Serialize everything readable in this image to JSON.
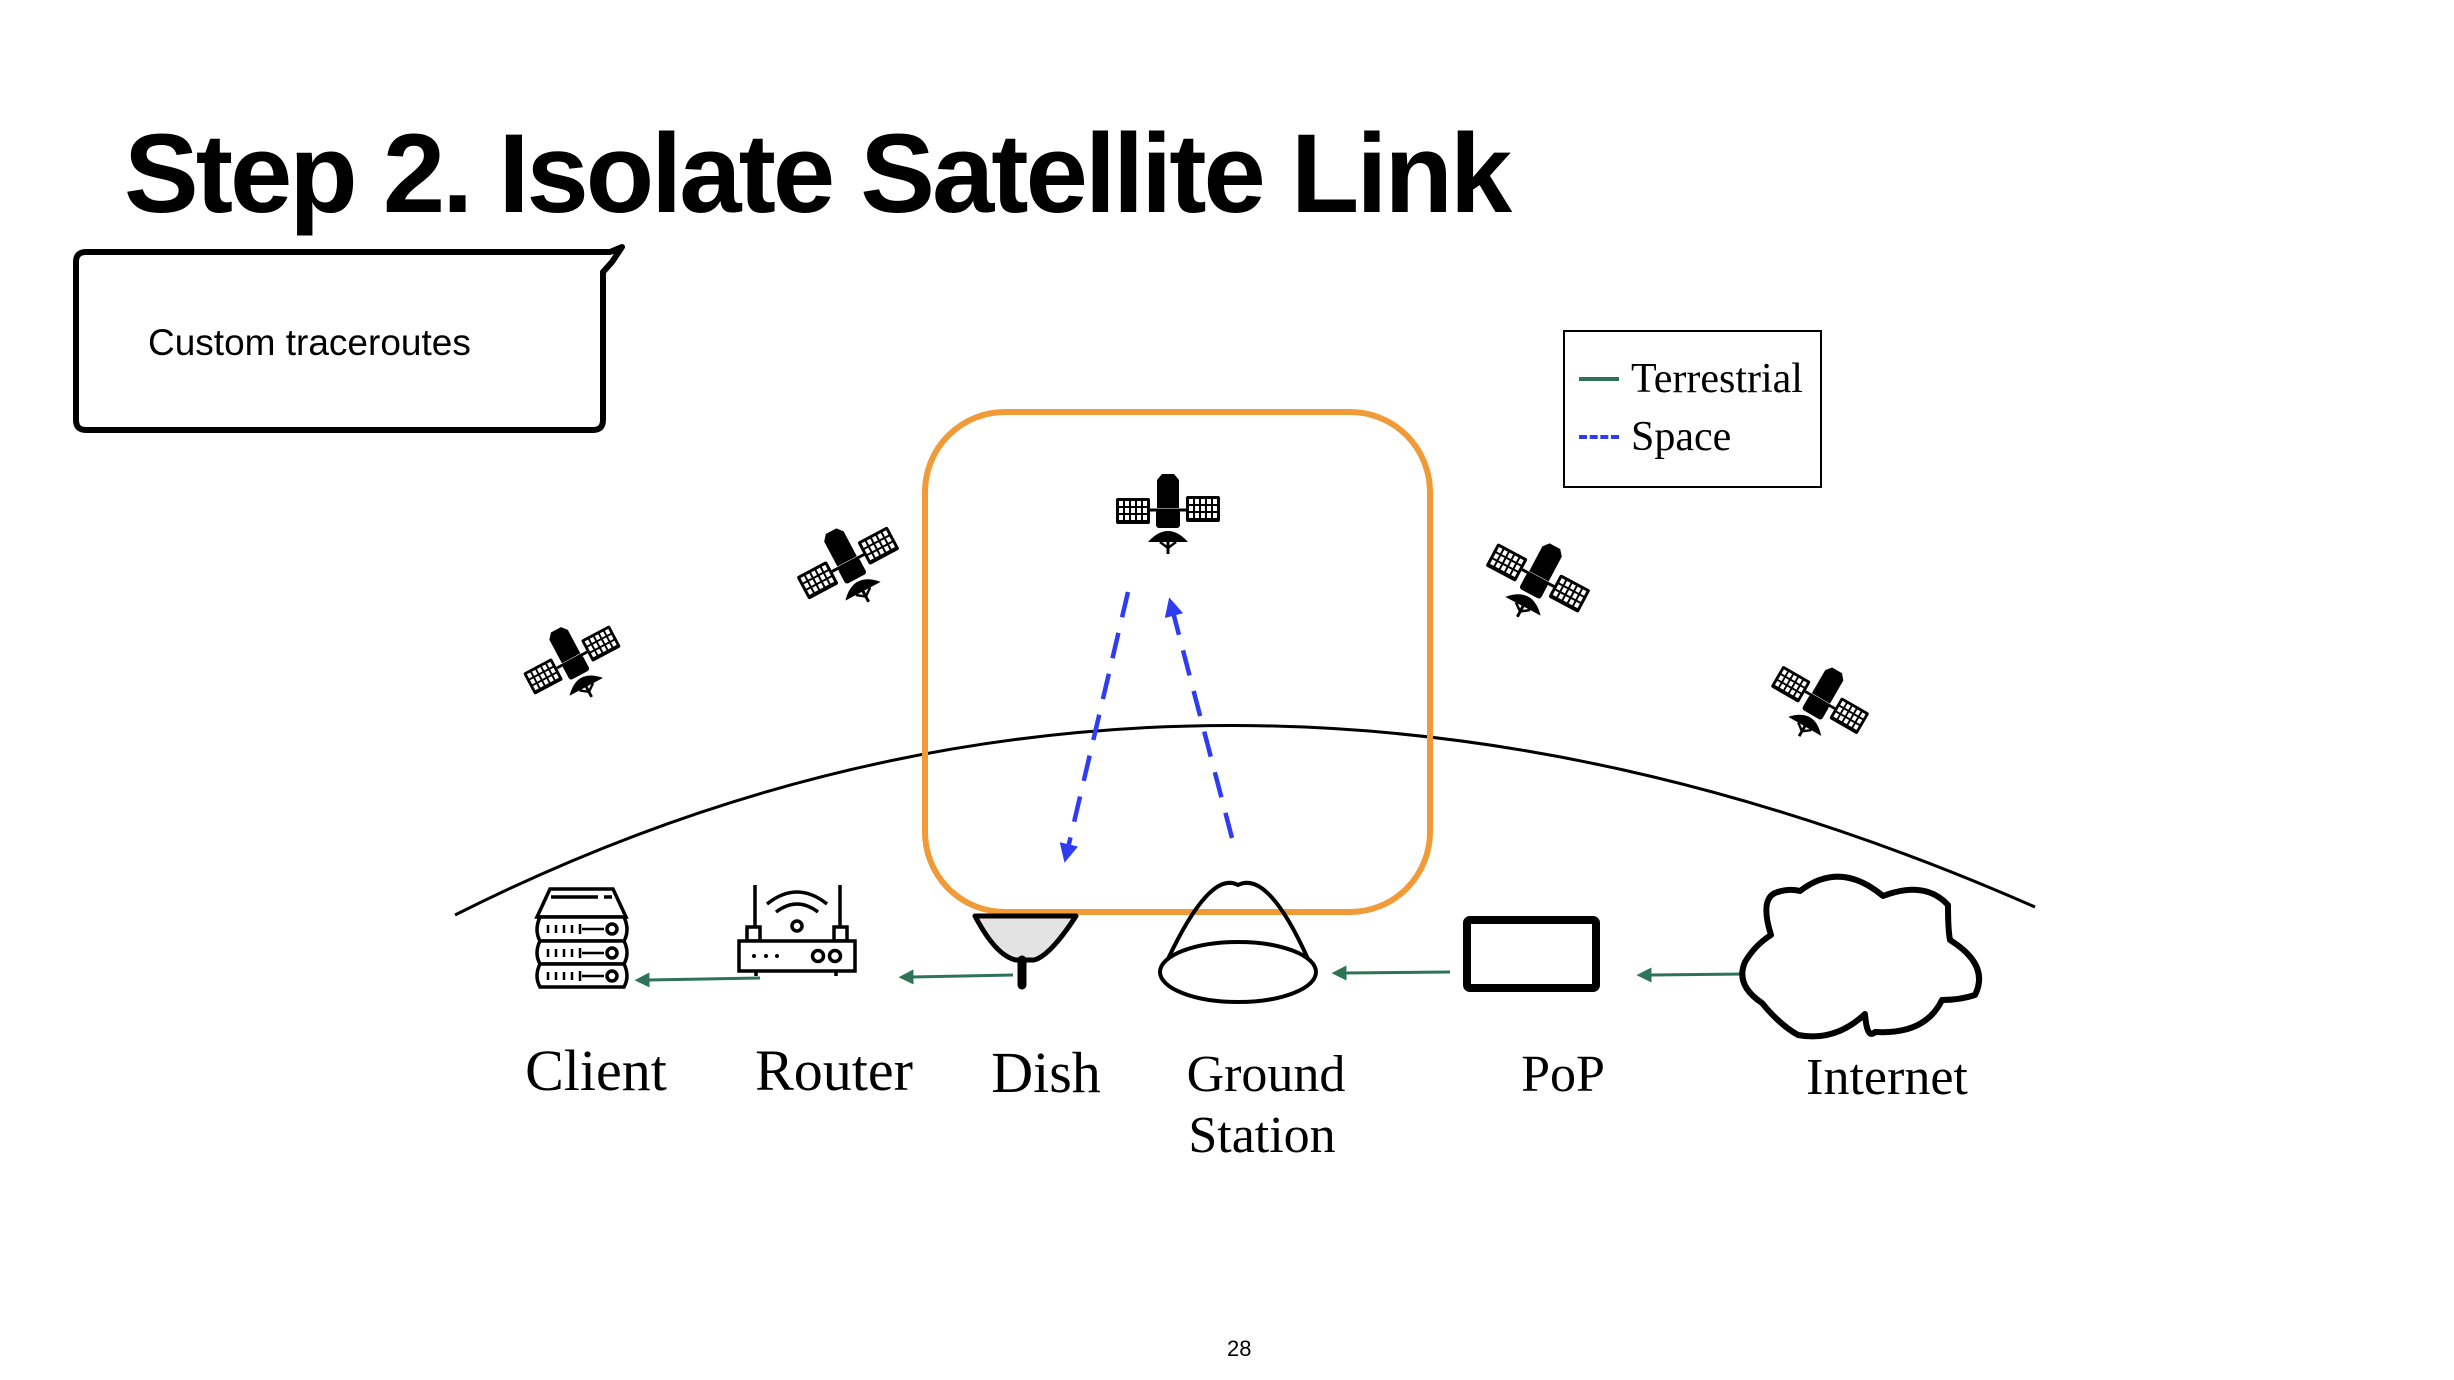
{
  "slide": {
    "title": "Step 2. Isolate Satellite Link",
    "page_number": "28"
  },
  "callout": {
    "text": "Custom traceroutes"
  },
  "legend": {
    "items": [
      {
        "label": "Terrestrial",
        "style": "solid",
        "color": "#2e7358"
      },
      {
        "label": "Space",
        "style": "dashed",
        "color": "#2f3cf4"
      }
    ]
  },
  "highlight": {
    "color": "#f09a38",
    "description": "satellite hop highlighted"
  },
  "nodes": [
    {
      "id": "client",
      "label": "Client",
      "icon": "server-stack-icon"
    },
    {
      "id": "router",
      "label": "Router",
      "icon": "wifi-router-icon"
    },
    {
      "id": "dish",
      "label": "Dish",
      "icon": "satellite-dish-icon"
    },
    {
      "id": "ground_station",
      "label_line1": "Ground",
      "label_line2": "Station",
      "icon": "ground-station-dome-icon"
    },
    {
      "id": "pop",
      "label": "PoP",
      "icon": "pop-box-icon"
    },
    {
      "id": "internet",
      "label": "Internet",
      "icon": "cloud-icon"
    }
  ],
  "links": [
    {
      "from": "Internet",
      "to": "PoP",
      "type": "terrestrial"
    },
    {
      "from": "PoP",
      "to": "Ground Station",
      "type": "terrestrial"
    },
    {
      "from": "Ground Station",
      "to": "Satellite",
      "type": "space"
    },
    {
      "from": "Satellite",
      "to": "Dish",
      "type": "space"
    },
    {
      "from": "Dish",
      "to": "Router",
      "type": "terrestrial"
    },
    {
      "from": "Router",
      "to": "Client",
      "type": "terrestrial"
    }
  ],
  "colors": {
    "terrestrial": "#2e7358",
    "space": "#2f3cf4",
    "highlight": "#f09a38",
    "dish_fill": "#e3e3e3"
  }
}
